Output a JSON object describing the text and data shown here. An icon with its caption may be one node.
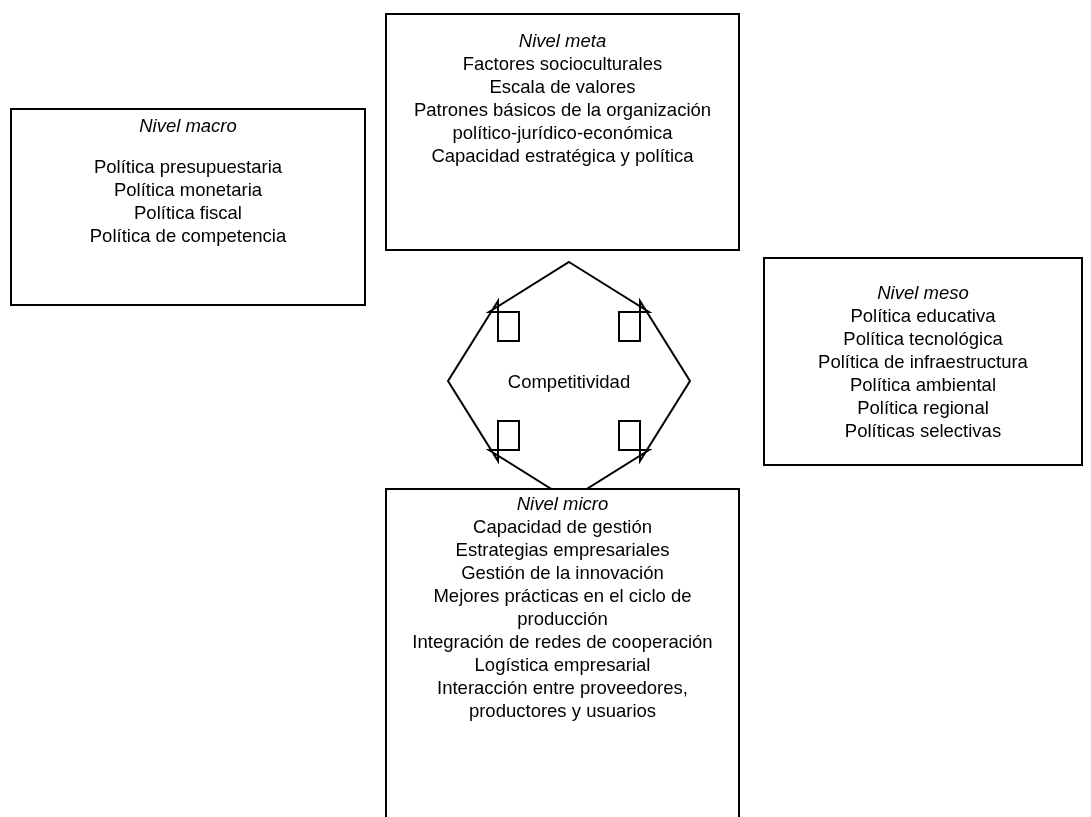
{
  "diagram": {
    "nodes": [
      {
        "text": [
          "Nivel meta",
          "Factores socioculturales",
          "Escala de valores",
          "Patrones básicos de la organización político-jurídico-económica",
          "Capacidad estratégica y política"
        ]
      },
      {
        "text": [
          "Nivel macro",
          "Política presupuestaria",
          "Política monetaria",
          "Política fiscal",
          "Política de competencia"
        ]
      },
      {
        "text": [
          "Competitividad"
        ]
      },
      {
        "text": [
          "Nivel meso",
          "Política educativa",
          "Política tecnológica",
          "Política de infraestructura",
          "Política ambiental",
          "Política regional",
          "Políticas selectivas"
        ]
      },
      {
        "text": [
          "Nivel micro",
          "Capacidad de gestión",
          "Estrategias empresariales",
          "Gestión de la innovación",
          "Mejores prácticas en el ciclo de producción",
          "Integración de redes de cooperación",
          "Logística empresarial",
          "Interacción entre proveedores, productores y usuarios"
        ]
      }
    ]
  }
}
